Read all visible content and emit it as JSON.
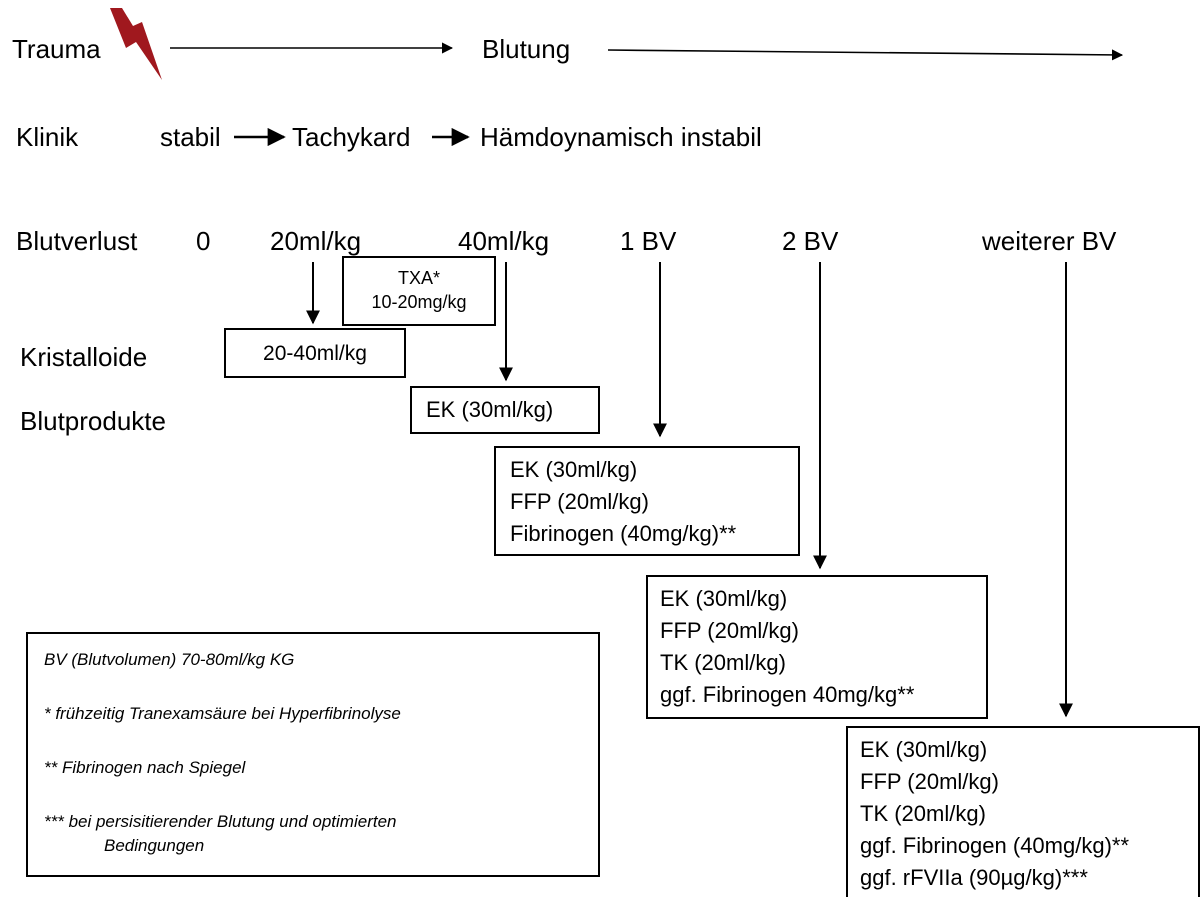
{
  "header": {
    "trauma": "Trauma",
    "blutung": "Blutung"
  },
  "klinik": {
    "label": "Klinik",
    "stabil": "stabil",
    "tachykard": "Tachykard",
    "instabil": "Hämdoynamisch instabil"
  },
  "blutverlust": {
    "label": "Blutverlust",
    "steps": [
      "0",
      "20ml/kg",
      "40ml/kg",
      "1 BV",
      "2 BV",
      "weiterer BV"
    ]
  },
  "rows": {
    "kristalloide": "Kristalloide",
    "blutprodukte": "Blutprodukte"
  },
  "boxes": {
    "txa": [
      "TXA*",
      "10-20mg/kg"
    ],
    "kristalloide": [
      "20-40ml/kg"
    ],
    "ek_first": [
      "EK (30ml/kg)"
    ],
    "bv1": [
      "EK (30ml/kg)",
      "FFP (20ml/kg)",
      "Fibrinogen (40mg/kg)**"
    ],
    "bv2": [
      "EK (30ml/kg)",
      "FFP (20ml/kg)",
      "TK (20ml/kg)",
      "ggf. Fibrinogen 40mg/kg**"
    ],
    "bv_more": [
      "EK (30ml/kg)",
      "FFP (20ml/kg)",
      "TK (20ml/kg)",
      "ggf. Fibrinogen (40mg/kg)**",
      "ggf. rFVIIa (90µg/kg)***"
    ]
  },
  "notes": [
    "BV (Blutvolumen) 70-80ml/kg KG",
    "* frühzeitig Tranexamsäure bei Hyperfibrinolyse",
    "** Fibrinogen nach Spiegel",
    "*** bei persisitierender Blutung und optimierten",
    "Bedingungen"
  ],
  "colors": {
    "lightning": "#a0181e",
    "line": "#000000"
  }
}
